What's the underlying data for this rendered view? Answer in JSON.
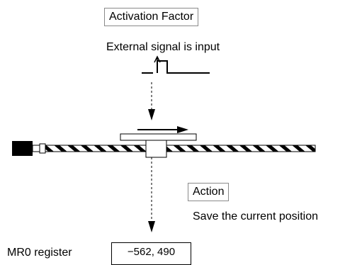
{
  "trigger": {
    "heading": "Activation Factor",
    "description": "External signal is input"
  },
  "response": {
    "heading": "Action",
    "description": "Save the current position"
  },
  "register": {
    "label": "MR0 register",
    "value": "−562, 490"
  }
}
